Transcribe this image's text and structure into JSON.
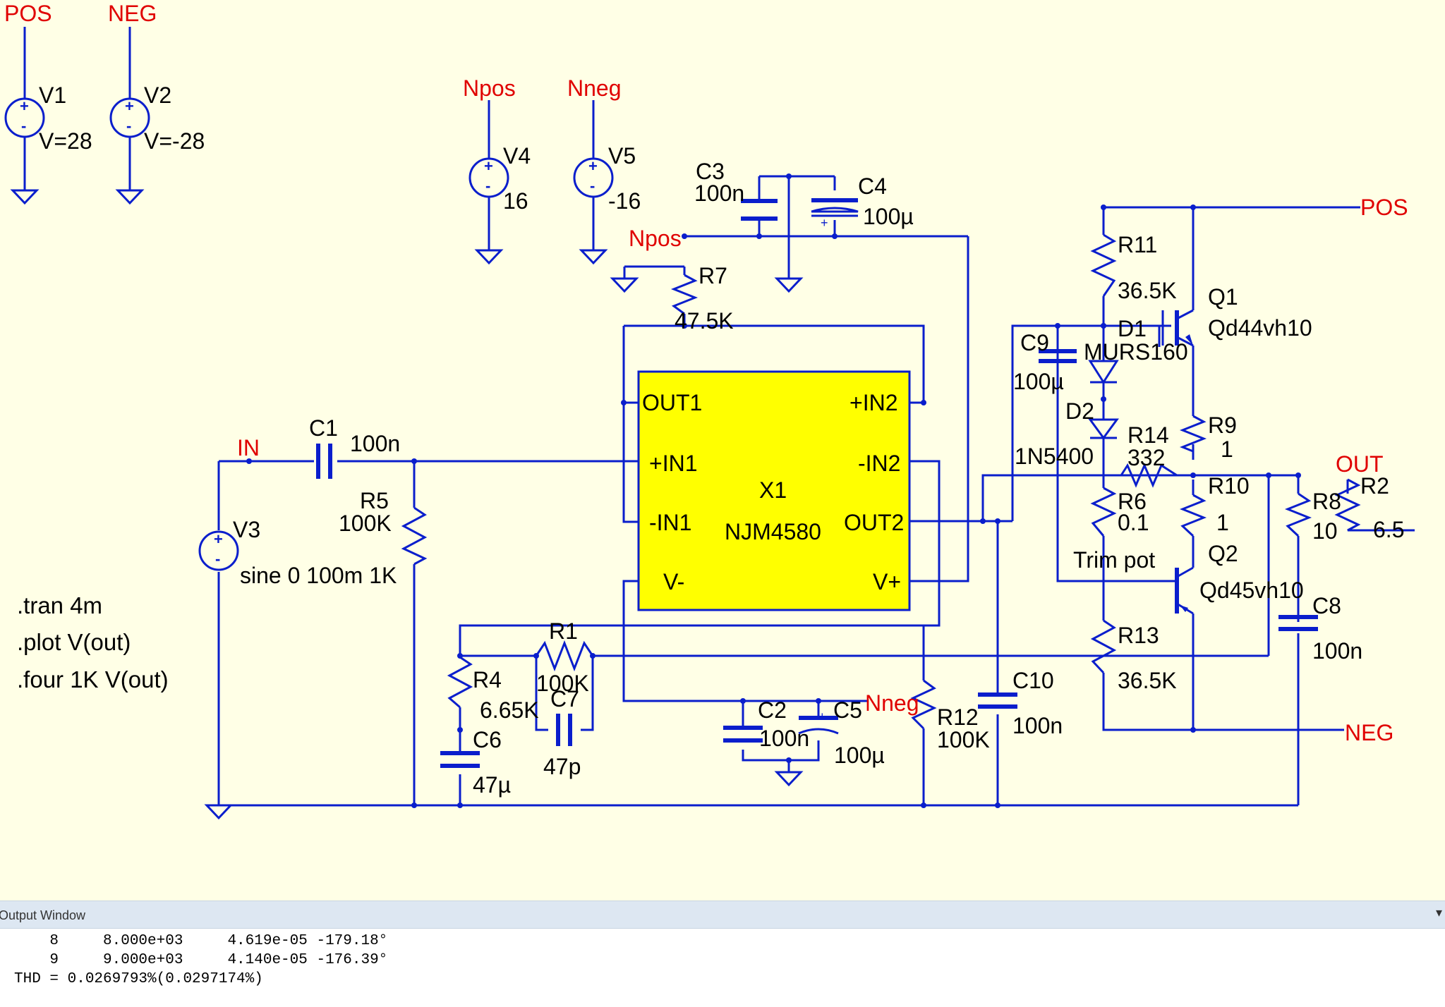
{
  "window": {
    "output_title": "Output Window",
    "output_lines": [
      "    8     8.000e+03     4.619e-05 -179.18°",
      "    9     9.000e+03     4.140e-05 -176.39°",
      "THD = 0.0269793%(0.0297174%)"
    ]
  },
  "colors": {
    "background": "#FFFFE6",
    "wire": "#0A1ECC",
    "net_label": "#E00000",
    "opamp_fill": "#FFFF00"
  },
  "icons": {
    "output_menu": "chevron-down-icon"
  },
  "schematic": {
    "nets": {
      "pos_top": "POS",
      "neg_top": "NEG",
      "npos_top": "Npos",
      "nneg_top": "Nneg",
      "npos_c3": "Npos",
      "pos_right": "POS",
      "in": "IN",
      "out": "OUT",
      "nneg_c5": "Nneg",
      "neg_right": "NEG"
    },
    "sources": {
      "v1_name": "V1",
      "v1_value": "V=28",
      "v2_name": "V2",
      "v2_value": "V=-28",
      "v4_name": "V4",
      "v4_value": "16",
      "v5_name": "V5",
      "v5_value": "-16",
      "v3_name": "V3",
      "v3_value": "sine 0 100m 1K"
    },
    "components": {
      "c3_name": "C3",
      "c3_value": "100n",
      "c4_name": "C4",
      "c4_value": "100µ",
      "r7_name": "R7",
      "r7_value": "47.5K",
      "r11_name": "R11",
      "r11_value": "36.5K",
      "q1_name": "Q1",
      "q1_value": "Qd44vh10",
      "d1_name": "D1",
      "d1_value": "MURS160",
      "c9_name": "C9",
      "c9_value": "100µ",
      "d2_name": "D2",
      "d2_value": "1N5400",
      "r14_name": "R14",
      "r14_value": "332",
      "r9_name": "R9",
      "r9_value": "1",
      "r10_name": "R10",
      "r10_value": "1",
      "r2_name": "R2",
      "r2_value": "6.5",
      "r8_name": "R8",
      "r8_value": "10",
      "r6_name": "R6",
      "r6_value": "0.1",
      "r6_note": "Trim pot",
      "q2_name": "Q2",
      "q2_value": "Qd45vh10",
      "c8_name": "C8",
      "c8_value": "100n",
      "r13_name": "R13",
      "r13_value": "36.5K",
      "c10_name": "C10",
      "c10_value": "100n",
      "r12_name": "R12",
      "r12_value": "100K",
      "c1_name": "C1",
      "c1_value": "100n",
      "r5_name": "R5",
      "r5_value": "100K",
      "r1_name": "R1",
      "r1_value": "100K",
      "r4_name": "R4",
      "r4_value": "6.65K",
      "c7_name": "C7",
      "c7_value": "47p",
      "c6_name": "C6",
      "c6_value": "47µ",
      "c2_name": "C2",
      "c2_value": "100n",
      "c5_name": "C5",
      "c5_value": "100µ"
    },
    "opamp": {
      "name": "X1",
      "model": "NJM4580",
      "out1": "OUT1",
      "in1p": "+IN1",
      "in1n": "-IN1",
      "vneg": "V-",
      "in2p": "+IN2",
      "in2n": "-IN2",
      "out2": "OUT2",
      "vpos": "V+"
    },
    "directives": [
      ".tran 4m",
      ".plot V(out)",
      ".four 1K V(out)"
    ]
  }
}
